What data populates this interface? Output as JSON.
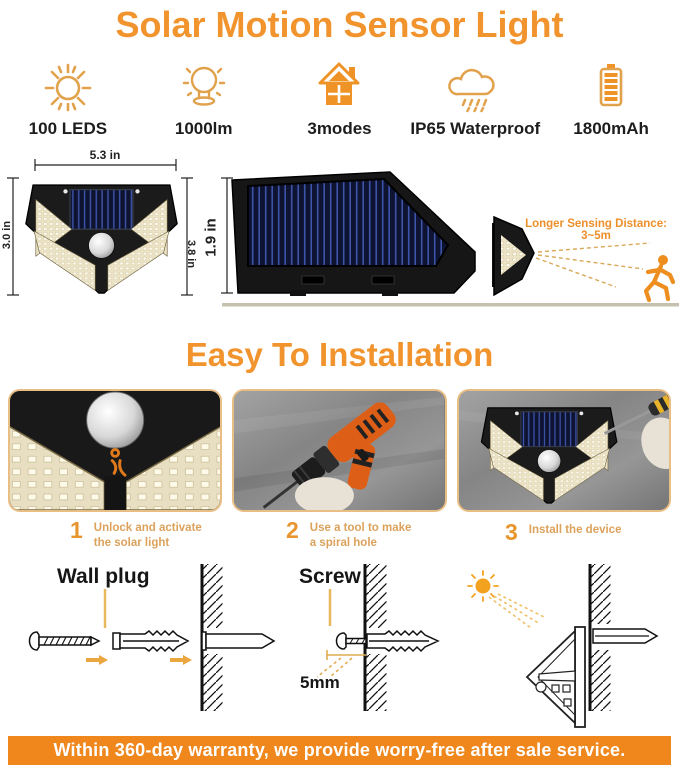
{
  "title": "Solar Motion Sensor Light",
  "features": [
    {
      "icon": "sun-icon",
      "label": "100 LEDS"
    },
    {
      "icon": "lightbulb-icon",
      "label": "1000lm"
    },
    {
      "icon": "house-icon",
      "label": "3modes"
    },
    {
      "icon": "rain-cloud-icon",
      "label": "IP65 Waterproof"
    },
    {
      "icon": "battery-icon",
      "label": "1800mAh"
    }
  ],
  "dimensions": {
    "front_width": "5.3 in",
    "front_height_left": "3.0 in",
    "front_height_right": "3.8 in",
    "side_height": "1.9 in",
    "sensing_distance": "Longer Sensing Distance: 3~5m"
  },
  "installation": {
    "heading": "Easy To Installation",
    "steps": [
      {
        "number": "1",
        "caption": "Unlock and activate\nthe solar light"
      },
      {
        "number": "2",
        "caption": "Use a tool to make\na spiral hole"
      },
      {
        "number": "3",
        "caption": "Install the device"
      }
    ]
  },
  "mounting": {
    "wall_plug_label": "Wall plug",
    "screw_label": "Screw",
    "protrusion_label": "5mm"
  },
  "footer": {
    "warranty_text": "Within 360-day warranty, we provide worry-free after sale service."
  },
  "colors": {
    "title_orange": "#F2942E",
    "icon_orange": "#E2A14B",
    "caption_orange": "#DCA25C",
    "banner_orange": "#EF871C",
    "solar_panel_navy": "#0D1330",
    "led_cream": "#ECE3C6"
  }
}
